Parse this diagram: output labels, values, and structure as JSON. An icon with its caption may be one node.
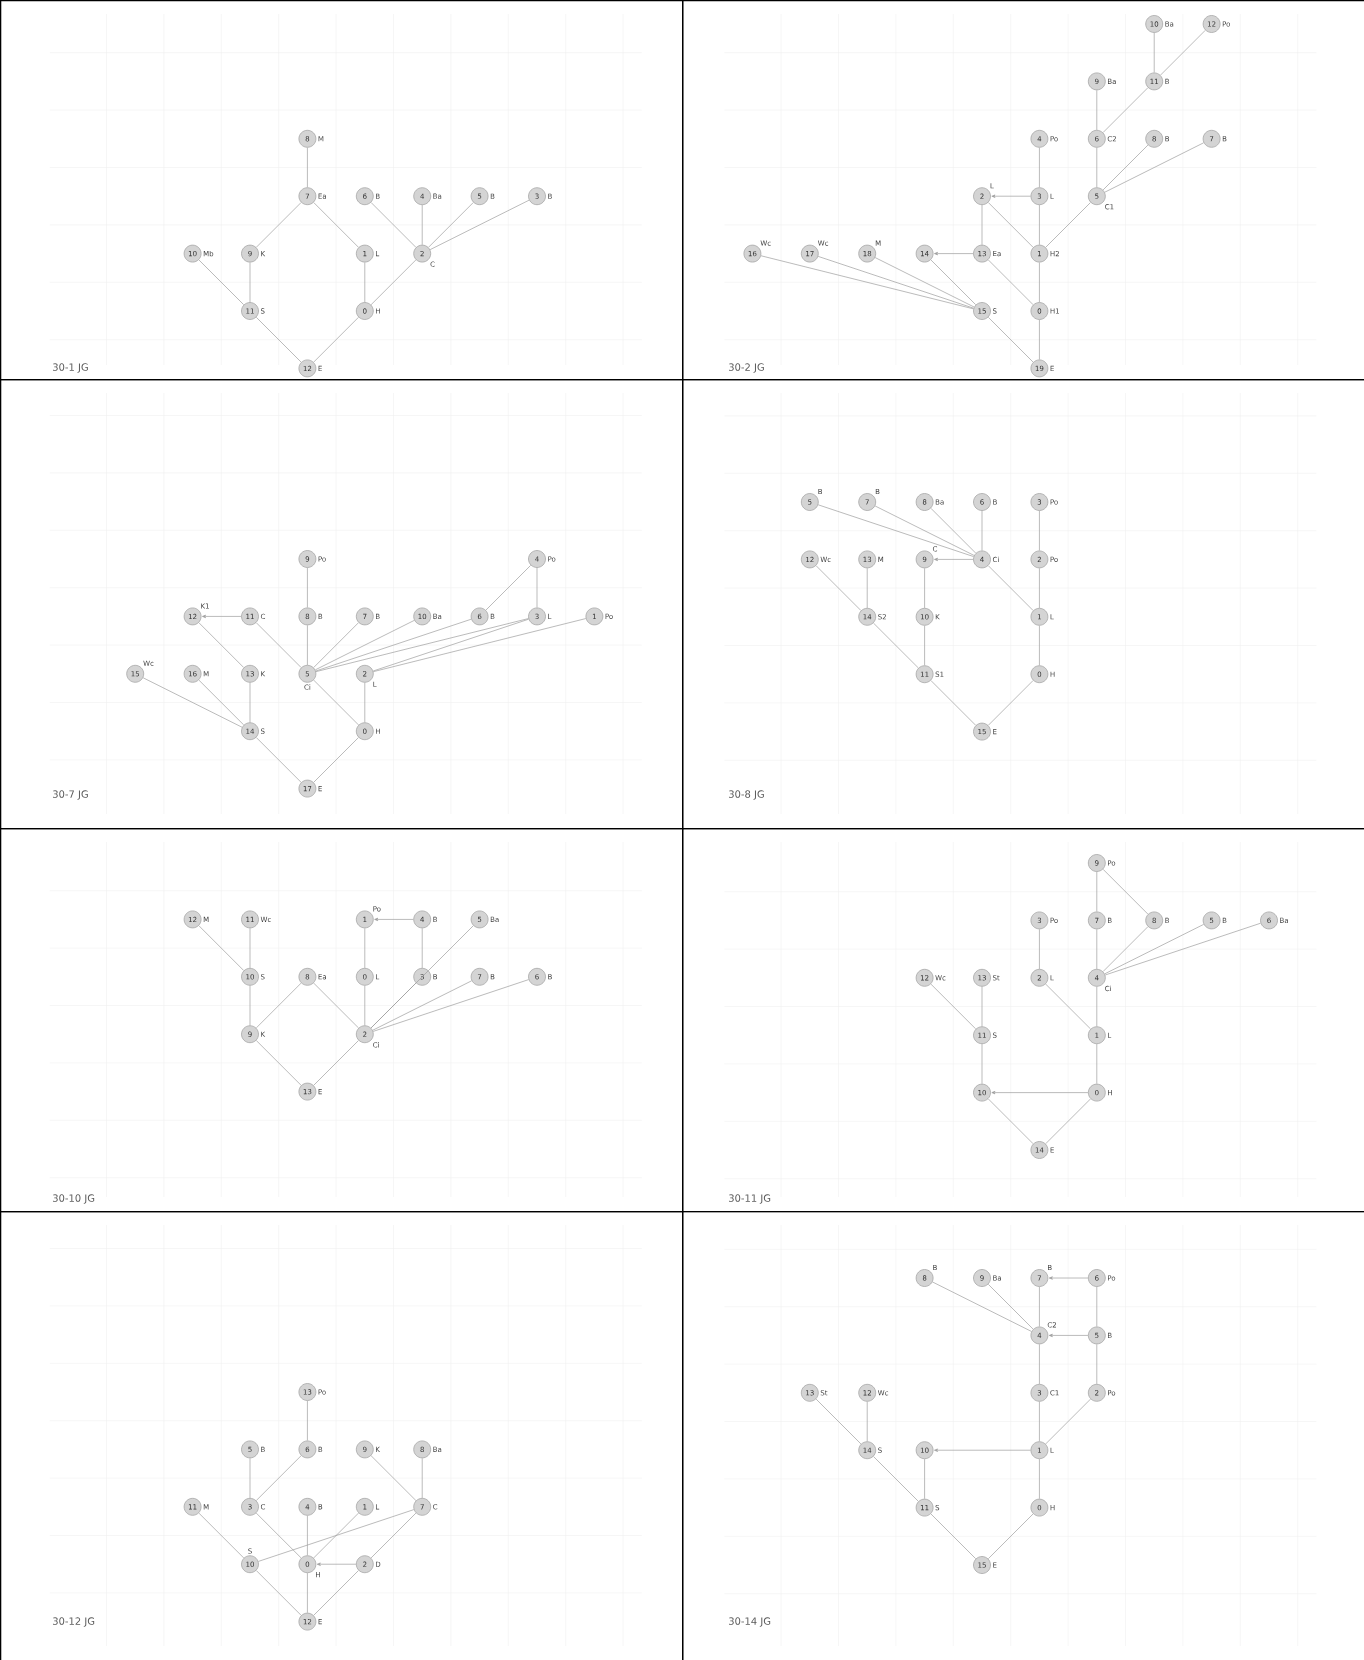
{
  "diagram": {
    "nodes": [
      {
        "text": [
          "30-1 JG"
        ]
      },
      {
        "text": [
          "0"
        ],
        "beside": [
          "H"
        ],
        "in": 0
      },
      {
        "text": [
          "1"
        ],
        "beside": [
          "L"
        ],
        "in": 0
      },
      {
        "text": [
          "2"
        ],
        "beside": [
          "C"
        ],
        "in": 0
      },
      {
        "text": [
          "3"
        ],
        "beside": [
          "B"
        ],
        "in": 0
      },
      {
        "text": [
          "4"
        ],
        "beside": [
          "Ba"
        ],
        "in": 0
      },
      {
        "text": [
          "5"
        ],
        "beside": [
          "B"
        ],
        "in": 0
      },
      {
        "text": [
          "6"
        ],
        "beside": [
          "B"
        ],
        "in": 0
      },
      {
        "text": [
          "7"
        ],
        "beside": [
          "Ea"
        ],
        "in": 0
      },
      {
        "text": [
          "8"
        ],
        "beside": [
          "M"
        ],
        "in": 0
      },
      {
        "text": [
          "9"
        ],
        "beside": [
          "K"
        ],
        "in": 0
      },
      {
        "text": [
          "10"
        ],
        "beside": [
          "Mb"
        ],
        "in": 0
      },
      {
        "text": [
          "11"
        ],
        "beside": [
          "S"
        ],
        "in": 0
      },
      {
        "text": [
          "12"
        ],
        "beside": [
          "E"
        ],
        "in": 0
      },
      {
        "text": [
          "30-2 JG"
        ]
      },
      {
        "text": [
          "0"
        ],
        "beside": [
          "H1"
        ],
        "in": 14
      },
      {
        "text": [
          "1"
        ],
        "beside": [
          "H2"
        ],
        "in": 14
      },
      {
        "text": [
          "2"
        ],
        "beside": [
          "L"
        ],
        "in": 14
      },
      {
        "text": [
          "3"
        ],
        "beside": [
          "L"
        ],
        "in": 14
      },
      {
        "text": [
          "4"
        ],
        "beside": [
          "Po"
        ],
        "in": 14
      },
      {
        "text": [
          "5"
        ],
        "beside": [
          "C1"
        ],
        "in": 14
      },
      {
        "text": [
          "6"
        ],
        "beside": [
          "C2"
        ],
        "in": 14
      },
      {
        "text": [
          "7"
        ],
        "beside": [
          "B"
        ],
        "in": 14
      },
      {
        "text": [
          "8"
        ],
        "beside": [
          "B"
        ],
        "in": 14
      },
      {
        "text": [
          "9"
        ],
        "beside": [
          "Ba"
        ],
        "in": 14
      },
      {
        "text": [
          "10"
        ],
        "beside": [
          "Ba"
        ],
        "in": 14
      },
      {
        "text": [
          "11"
        ],
        "beside": [
          "B"
        ],
        "in": 14
      },
      {
        "text": [
          "12"
        ],
        "beside": [
          "Po"
        ],
        "in": 14
      },
      {
        "text": [
          "13"
        ],
        "beside": [
          "Ea"
        ],
        "in": 14
      },
      {
        "text": [
          "14"
        ],
        "in": 14
      },
      {
        "text": [
          "15"
        ],
        "beside": [
          "S"
        ],
        "in": 14
      },
      {
        "text": [
          "16"
        ],
        "beside": [
          "Wc"
        ],
        "in": 14
      },
      {
        "text": [
          "17"
        ],
        "beside": [
          "Wc"
        ],
        "in": 14
      },
      {
        "text": [
          "18"
        ],
        "beside": [
          "M"
        ],
        "in": 14
      },
      {
        "text": [
          "19"
        ],
        "beside": [
          "E"
        ],
        "in": 14
      },
      {
        "text": [
          "30-7 JG"
        ]
      },
      {
        "text": [
          "0"
        ],
        "beside": [
          "H"
        ],
        "in": 35
      },
      {
        "text": [
          "1"
        ],
        "beside": [
          "Po"
        ],
        "in": 35
      },
      {
        "text": [
          "2"
        ],
        "beside": [
          "L"
        ],
        "in": 35
      },
      {
        "text": [
          "3"
        ],
        "beside": [
          "L"
        ],
        "in": 35
      },
      {
        "text": [
          "4"
        ],
        "beside": [
          "Po"
        ],
        "in": 35
      },
      {
        "text": [
          "5"
        ],
        "beside": [
          "Ci"
        ],
        "in": 35
      },
      {
        "text": [
          "6"
        ],
        "beside": [
          "B"
        ],
        "in": 35
      },
      {
        "text": [
          "7"
        ],
        "beside": [
          "B"
        ],
        "in": 35
      },
      {
        "text": [
          "8"
        ],
        "beside": [
          "B"
        ],
        "in": 35
      },
      {
        "text": [
          "9"
        ],
        "beside": [
          "Po"
        ],
        "in": 35
      },
      {
        "text": [
          "10"
        ],
        "beside": [
          "Ba"
        ],
        "in": 35
      },
      {
        "text": [
          "11"
        ],
        "beside": [
          "C"
        ],
        "in": 35
      },
      {
        "text": [
          "12"
        ],
        "beside": [
          "K1"
        ],
        "in": 35
      },
      {
        "text": [
          "13"
        ],
        "beside": [
          "K"
        ],
        "in": 35
      },
      {
        "text": [
          "14"
        ],
        "beside": [
          "S"
        ],
        "in": 35
      },
      {
        "text": [
          "15"
        ],
        "beside": [
          "Wc"
        ],
        "in": 35
      },
      {
        "text": [
          "16"
        ],
        "beside": [
          "M"
        ],
        "in": 35
      },
      {
        "text": [
          "17"
        ],
        "beside": [
          "E"
        ],
        "in": 35
      },
      {
        "text": [
          "30-8 JG"
        ]
      },
      {
        "text": [
          "0"
        ],
        "beside": [
          "H"
        ],
        "in": 54
      },
      {
        "text": [
          "1"
        ],
        "beside": [
          "L"
        ],
        "in": 54
      },
      {
        "text": [
          "2"
        ],
        "beside": [
          "Po"
        ],
        "in": 54
      },
      {
        "text": [
          "3"
        ],
        "beside": [
          "Po"
        ],
        "in": 54
      },
      {
        "text": [
          "4"
        ],
        "beside": [
          "Ci"
        ],
        "in": 54
      },
      {
        "text": [
          "5"
        ],
        "beside": [
          "B"
        ],
        "in": 54
      },
      {
        "text": [
          "6"
        ],
        "beside": [
          "B"
        ],
        "in": 54
      },
      {
        "text": [
          "7"
        ],
        "beside": [
          "B"
        ],
        "in": 54
      },
      {
        "text": [
          "8"
        ],
        "beside": [
          "Ba"
        ],
        "in": 54
      },
      {
        "text": [
          "9"
        ],
        "beside": [
          "C"
        ],
        "in": 54
      },
      {
        "text": [
          "10"
        ],
        "beside": [
          "K"
        ],
        "in": 54
      },
      {
        "text": [
          "11"
        ],
        "beside": [
          "S1"
        ],
        "in": 54
      },
      {
        "text": [
          "12"
        ],
        "beside": [
          "Wc"
        ],
        "in": 54
      },
      {
        "text": [
          "13"
        ],
        "beside": [
          "M"
        ],
        "in": 54
      },
      {
        "text": [
          "14"
        ],
        "beside": [
          "S2"
        ],
        "in": 54
      },
      {
        "text": [
          "15"
        ],
        "beside": [
          "E"
        ],
        "in": 54
      },
      {
        "text": [
          "30-10 JG"
        ]
      },
      {
        "text": [
          "0"
        ],
        "beside": [
          "L"
        ],
        "in": 71
      },
      {
        "text": [
          "1"
        ],
        "beside": [
          "Po"
        ],
        "in": 71
      },
      {
        "text": [
          "2"
        ],
        "beside": [
          "Ci"
        ],
        "in": 71
      },
      {
        "text": [
          "3"
        ],
        "beside": [
          "B"
        ],
        "in": 71
      },
      {
        "text": [
          "4"
        ],
        "beside": [
          "B"
        ],
        "in": 71
      },
      {
        "text": [
          "5"
        ],
        "beside": [
          "Ba"
        ],
        "in": 71
      },
      {
        "text": [
          "6"
        ],
        "beside": [
          "B"
        ],
        "in": 71
      },
      {
        "text": [
          "7"
        ],
        "beside": [
          "B"
        ],
        "in": 71
      },
      {
        "text": [
          "8"
        ],
        "beside": [
          "Ea"
        ],
        "in": 71
      },
      {
        "text": [
          "9"
        ],
        "beside": [
          "K"
        ],
        "in": 71
      },
      {
        "text": [
          "10"
        ],
        "beside": [
          "S"
        ],
        "in": 71
      },
      {
        "text": [
          "11"
        ],
        "beside": [
          "Wc"
        ],
        "in": 71
      },
      {
        "text": [
          "12"
        ],
        "beside": [
          "M"
        ],
        "in": 71
      },
      {
        "text": [
          "13"
        ],
        "beside": [
          "E"
        ],
        "in": 71
      },
      {
        "text": [
          "30-11 JG"
        ]
      },
      {
        "text": [
          "0"
        ],
        "beside": [
          "H"
        ],
        "in": 86
      },
      {
        "text": [
          "1"
        ],
        "beside": [
          "L"
        ],
        "in": 86
      },
      {
        "text": [
          "2"
        ],
        "beside": [
          "L"
        ],
        "in": 86
      },
      {
        "text": [
          "3"
        ],
        "beside": [
          "Po"
        ],
        "in": 86
      },
      {
        "text": [
          "4"
        ],
        "beside": [
          "Ci"
        ],
        "in": 86
      },
      {
        "text": [
          "5"
        ],
        "beside": [
          "B"
        ],
        "in": 86
      },
      {
        "text": [
          "6"
        ],
        "beside": [
          "Ba"
        ],
        "in": 86
      },
      {
        "text": [
          "7"
        ],
        "beside": [
          "B"
        ],
        "in": 86
      },
      {
        "text": [
          "8"
        ],
        "beside": [
          "B"
        ],
        "in": 86
      },
      {
        "text": [
          "9"
        ],
        "beside": [
          "Po"
        ],
        "in": 86
      },
      {
        "text": [
          "10"
        ],
        "in": 86
      },
      {
        "text": [
          "11"
        ],
        "beside": [
          "S"
        ],
        "in": 86
      },
      {
        "text": [
          "12"
        ],
        "beside": [
          "Wc"
        ],
        "in": 86
      },
      {
        "text": [
          "13"
        ],
        "beside": [
          "St"
        ],
        "in": 86
      },
      {
        "text": [
          "14"
        ],
        "beside": [
          "E"
        ],
        "in": 86
      },
      {
        "text": [
          "30-12 JG"
        ]
      },
      {
        "text": [
          "0"
        ],
        "beside": [
          "H"
        ],
        "in": 102
      },
      {
        "text": [
          "1"
        ],
        "beside": [
          "L"
        ],
        "in": 102
      },
      {
        "text": [
          "2"
        ],
        "beside": [
          "D"
        ],
        "in": 102
      },
      {
        "text": [
          "3"
        ],
        "beside": [
          "C"
        ],
        "in": 102
      },
      {
        "text": [
          "4"
        ],
        "beside": [
          "B"
        ],
        "in": 102
      },
      {
        "text": [
          "5"
        ],
        "beside": [
          "B"
        ],
        "in": 102
      },
      {
        "text": [
          "6"
        ],
        "beside": [
          "B"
        ],
        "in": 102
      },
      {
        "text": [
          "7"
        ],
        "beside": [
          "C"
        ],
        "in": 102
      },
      {
        "text": [
          "8"
        ],
        "beside": [
          "Ba"
        ],
        "in": 102
      },
      {
        "text": [
          "9"
        ],
        "beside": [
          "K"
        ],
        "in": 102
      },
      {
        "text": [
          "10"
        ],
        "beside": [
          "S"
        ],
        "in": 102
      },
      {
        "text": [
          "11"
        ],
        "beside": [
          "M"
        ],
        "in": 102
      },
      {
        "text": [
          "12"
        ],
        "beside": [
          "E"
        ],
        "in": 102
      },
      {
        "text": [
          "13"
        ],
        "beside": [
          "Po"
        ],
        "in": 102
      },
      {
        "text": [
          "30-14 JG"
        ]
      },
      {
        "text": [
          "0"
        ],
        "beside": [
          "H"
        ],
        "in": 117
      },
      {
        "text": [
          "1"
        ],
        "beside": [
          "L"
        ],
        "in": 117
      },
      {
        "text": [
          "2"
        ],
        "beside": [
          "Po"
        ],
        "in": 117
      },
      {
        "text": [
          "3"
        ],
        "beside": [
          "C1"
        ],
        "in": 117
      },
      {
        "text": [
          "4"
        ],
        "beside": [
          "C2"
        ],
        "in": 117
      },
      {
        "text": [
          "5"
        ],
        "beside": [
          "B"
        ],
        "in": 117
      },
      {
        "text": [
          "6"
        ],
        "beside": [
          "Po"
        ],
        "in": 117
      },
      {
        "text": [
          "7"
        ],
        "beside": [
          "B"
        ],
        "in": 117
      },
      {
        "text": [
          "8"
        ],
        "beside": [
          "B"
        ],
        "in": 117
      },
      {
        "text": [
          "9"
        ],
        "beside": [
          "Ba"
        ],
        "in": 117
      },
      {
        "text": [
          "10"
        ],
        "in": 117
      },
      {
        "text": [
          "11"
        ],
        "beside": [
          "S"
        ],
        "in": 117
      },
      {
        "text": [
          "12"
        ],
        "beside": [
          "Wc"
        ],
        "in": 117
      },
      {
        "text": [
          "13"
        ],
        "beside": [
          "St"
        ],
        "in": 117
      },
      {
        "text": [
          "14"
        ],
        "beside": [
          "S"
        ],
        "in": 117
      },
      {
        "text": [
          "15"
        ],
        "beside": [
          "E"
        ],
        "in": 117
      }
    ],
    "edges": [
      {
        "from": 9,
        "to": 8,
        "arrow": "none"
      },
      {
        "from": 8,
        "to": 10,
        "arrow": "none"
      },
      {
        "from": 8,
        "to": 2,
        "arrow": "none"
      },
      {
        "from": 7,
        "to": 3,
        "arrow": "none"
      },
      {
        "from": 5,
        "to": 3,
        "arrow": "none"
      },
      {
        "from": 6,
        "to": 3,
        "arrow": "none"
      },
      {
        "from": 4,
        "to": 3,
        "arrow": "none"
      },
      {
        "from": 11,
        "to": 12,
        "arrow": "none"
      },
      {
        "from": 10,
        "to": 12,
        "arrow": "none"
      },
      {
        "from": 2,
        "to": 1,
        "arrow": "none"
      },
      {
        "from": 3,
        "to": 1,
        "arrow": "none"
      },
      {
        "from": 12,
        "to": 13,
        "arrow": "none"
      },
      {
        "from": 1,
        "to": 13,
        "arrow": "none"
      },
      {
        "from": 19,
        "to": 18,
        "arrow": "none"
      },
      {
        "from": 18,
        "to": 17,
        "arrow": "to"
      },
      {
        "from": 18,
        "to": 16,
        "arrow": "none"
      },
      {
        "from": 17,
        "to": 16,
        "arrow": "none"
      },
      {
        "from": 17,
        "to": 28,
        "arrow": "none"
      },
      {
        "from": 20,
        "to": 16,
        "arrow": "none"
      },
      {
        "from": 21,
        "to": 20,
        "arrow": "none"
      },
      {
        "from": 23,
        "to": 20,
        "arrow": "none"
      },
      {
        "from": 22,
        "to": 20,
        "arrow": "none"
      },
      {
        "from": 24,
        "to": 21,
        "arrow": "none"
      },
      {
        "from": 26,
        "to": 21,
        "arrow": "none"
      },
      {
        "from": 25,
        "to": 26,
        "arrow": "none"
      },
      {
        "from": 27,
        "to": 26,
        "arrow": "none"
      },
      {
        "from": 28,
        "to": 29,
        "arrow": "to"
      },
      {
        "from": 28,
        "to": 15,
        "arrow": "none"
      },
      {
        "from": 16,
        "to": 15,
        "arrow": "none"
      },
      {
        "from": 15,
        "to": 34,
        "arrow": "none"
      },
      {
        "from": 30,
        "to": 34,
        "arrow": "none"
      },
      {
        "from": 31,
        "to": 30,
        "arrow": "none"
      },
      {
        "from": 32,
        "to": 30,
        "arrow": "none"
      },
      {
        "from": 33,
        "to": 30,
        "arrow": "none"
      },
      {
        "from": 29,
        "to": 30,
        "arrow": "none"
      },
      {
        "from": 45,
        "to": 44,
        "arrow": "none"
      },
      {
        "from": 44,
        "to": 41,
        "arrow": "none"
      },
      {
        "from": 47,
        "to": 48,
        "arrow": "to"
      },
      {
        "from": 47,
        "to": 41,
        "arrow": "none"
      },
      {
        "from": 48,
        "to": 49,
        "arrow": "none"
      },
      {
        "from": 49,
        "to": 50,
        "arrow": "none"
      },
      {
        "from": 52,
        "to": 50,
        "arrow": "none"
      },
      {
        "from": 51,
        "to": 50,
        "arrow": "none"
      },
      {
        "from": 50,
        "to": 53,
        "arrow": "none"
      },
      {
        "from": 41,
        "to": 36,
        "arrow": "none"
      },
      {
        "from": 38,
        "to": 36,
        "arrow": "none"
      },
      {
        "from": 36,
        "to": 53,
        "arrow": "none"
      },
      {
        "from": 43,
        "to": 41,
        "arrow": "none"
      },
      {
        "from": 46,
        "to": 41,
        "arrow": "none"
      },
      {
        "from": 42,
        "to": 41,
        "arrow": "none"
      },
      {
        "from": 39,
        "to": 41,
        "arrow": "none"
      },
      {
        "from": 40,
        "to": 42,
        "arrow": "none"
      },
      {
        "from": 40,
        "to": 39,
        "arrow": "none"
      },
      {
        "from": 37,
        "to": 38,
        "arrow": "none"
      },
      {
        "from": 39,
        "to": 38,
        "arrow": "none"
      },
      {
        "from": 60,
        "to": 59,
        "arrow": "none"
      },
      {
        "from": 62,
        "to": 59,
        "arrow": "none"
      },
      {
        "from": 63,
        "to": 59,
        "arrow": "none"
      },
      {
        "from": 61,
        "to": 59,
        "arrow": "none"
      },
      {
        "from": 59,
        "to": 64,
        "arrow": "to"
      },
      {
        "from": 58,
        "to": 57,
        "arrow": "none"
      },
      {
        "from": 57,
        "to": 56,
        "arrow": "none"
      },
      {
        "from": 59,
        "to": 56,
        "arrow": "none"
      },
      {
        "from": 56,
        "to": 55,
        "arrow": "none"
      },
      {
        "from": 55,
        "to": 70,
        "arrow": "none"
      },
      {
        "from": 68,
        "to": 69,
        "arrow": "none"
      },
      {
        "from": 67,
        "to": 69,
        "arrow": "none"
      },
      {
        "from": 69,
        "to": 66,
        "arrow": "none"
      },
      {
        "from": 64,
        "to": 65,
        "arrow": "none"
      },
      {
        "from": 65,
        "to": 66,
        "arrow": "none"
      },
      {
        "from": 66,
        "to": 70,
        "arrow": "none"
      },
      {
        "from": 84,
        "to": 82,
        "arrow": "none"
      },
      {
        "from": 83,
        "to": 82,
        "arrow": "none"
      },
      {
        "from": 82,
        "to": 81,
        "arrow": "none"
      },
      {
        "from": 81,
        "to": 80,
        "arrow": "none"
      },
      {
        "from": 80,
        "to": 74,
        "arrow": "none"
      },
      {
        "from": 72,
        "to": 74,
        "arrow": "none"
      },
      {
        "from": 73,
        "to": 72,
        "arrow": "none"
      },
      {
        "from": 76,
        "to": 73,
        "arrow": "to"
      },
      {
        "from": 76,
        "to": 75,
        "arrow": "none"
      },
      {
        "from": 75,
        "to": 74,
        "arrow": "none"
      },
      {
        "from": 77,
        "to": 74,
        "arrow": "none"
      },
      {
        "from": 79,
        "to": 74,
        "arrow": "none"
      },
      {
        "from": 78,
        "to": 74,
        "arrow": "none"
      },
      {
        "from": 81,
        "to": 85,
        "arrow": "none"
      },
      {
        "from": 74,
        "to": 85,
        "arrow": "none"
      },
      {
        "from": 96,
        "to": 94,
        "arrow": "none"
      },
      {
        "from": 96,
        "to": 95,
        "arrow": "none"
      },
      {
        "from": 94,
        "to": 91,
        "arrow": "none"
      },
      {
        "from": 95,
        "to": 91,
        "arrow": "none"
      },
      {
        "from": 92,
        "to": 91,
        "arrow": "none"
      },
      {
        "from": 93,
        "to": 91,
        "arrow": "none"
      },
      {
        "from": 90,
        "to": 89,
        "arrow": "none"
      },
      {
        "from": 89,
        "to": 88,
        "arrow": "none"
      },
      {
        "from": 91,
        "to": 88,
        "arrow": "none"
      },
      {
        "from": 88,
        "to": 87,
        "arrow": "none"
      },
      {
        "from": 87,
        "to": 97,
        "arrow": "to"
      },
      {
        "from": 99,
        "to": 98,
        "arrow": "none"
      },
      {
        "from": 100,
        "to": 98,
        "arrow": "none"
      },
      {
        "from": 98,
        "to": 97,
        "arrow": "none"
      },
      {
        "from": 97,
        "to": 101,
        "arrow": "none"
      },
      {
        "from": 87,
        "to": 101,
        "arrow": "none"
      },
      {
        "from": 116,
        "to": 109,
        "arrow": "none"
      },
      {
        "from": 109,
        "to": 106,
        "arrow": "none"
      },
      {
        "from": 108,
        "to": 106,
        "arrow": "none"
      },
      {
        "from": 106,
        "to": 103,
        "arrow": "none"
      },
      {
        "from": 114,
        "to": 113,
        "arrow": "none"
      },
      {
        "from": 107,
        "to": 103,
        "arrow": "none"
      },
      {
        "from": 104,
        "to": 103,
        "arrow": "none"
      },
      {
        "from": 112,
        "to": 110,
        "arrow": "none"
      },
      {
        "from": 111,
        "to": 110,
        "arrow": "none"
      },
      {
        "from": 110,
        "to": 113,
        "arrow": "none"
      },
      {
        "from": 110,
        "to": 105,
        "arrow": "none"
      },
      {
        "from": 105,
        "to": 103,
        "arrow": "to"
      },
      {
        "from": 113,
        "to": 115,
        "arrow": "none"
      },
      {
        "from": 103,
        "to": 115,
        "arrow": "none"
      },
      {
        "from": 105,
        "to": 115,
        "arrow": "none"
      },
      {
        "from": 126,
        "to": 122,
        "arrow": "none"
      },
      {
        "from": 127,
        "to": 122,
        "arrow": "none"
      },
      {
        "from": 125,
        "to": 122,
        "arrow": "none"
      },
      {
        "from": 124,
        "to": 125,
        "arrow": "to"
      },
      {
        "from": 123,
        "to": 122,
        "arrow": "to"
      },
      {
        "from": 124,
        "to": 123,
        "arrow": "none"
      },
      {
        "from": 123,
        "to": 120,
        "arrow": "none"
      },
      {
        "from": 121,
        "to": 122,
        "arrow": "none"
      },
      {
        "from": 121,
        "to": 119,
        "arrow": "none"
      },
      {
        "from": 120,
        "to": 119,
        "arrow": "none"
      },
      {
        "from": 119,
        "to": 128,
        "arrow": "to"
      },
      {
        "from": 119,
        "to": 118,
        "arrow": "none"
      },
      {
        "from": 131,
        "to": 132,
        "arrow": "none"
      },
      {
        "from": 130,
        "to": 132,
        "arrow": "none"
      },
      {
        "from": 132,
        "to": 129,
        "arrow": "none"
      },
      {
        "from": 128,
        "to": 129,
        "arrow": "none"
      },
      {
        "from": 129,
        "to": 133,
        "arrow": "none"
      },
      {
        "from": 118,
        "to": 133,
        "arrow": "none"
      }
    ]
  }
}
